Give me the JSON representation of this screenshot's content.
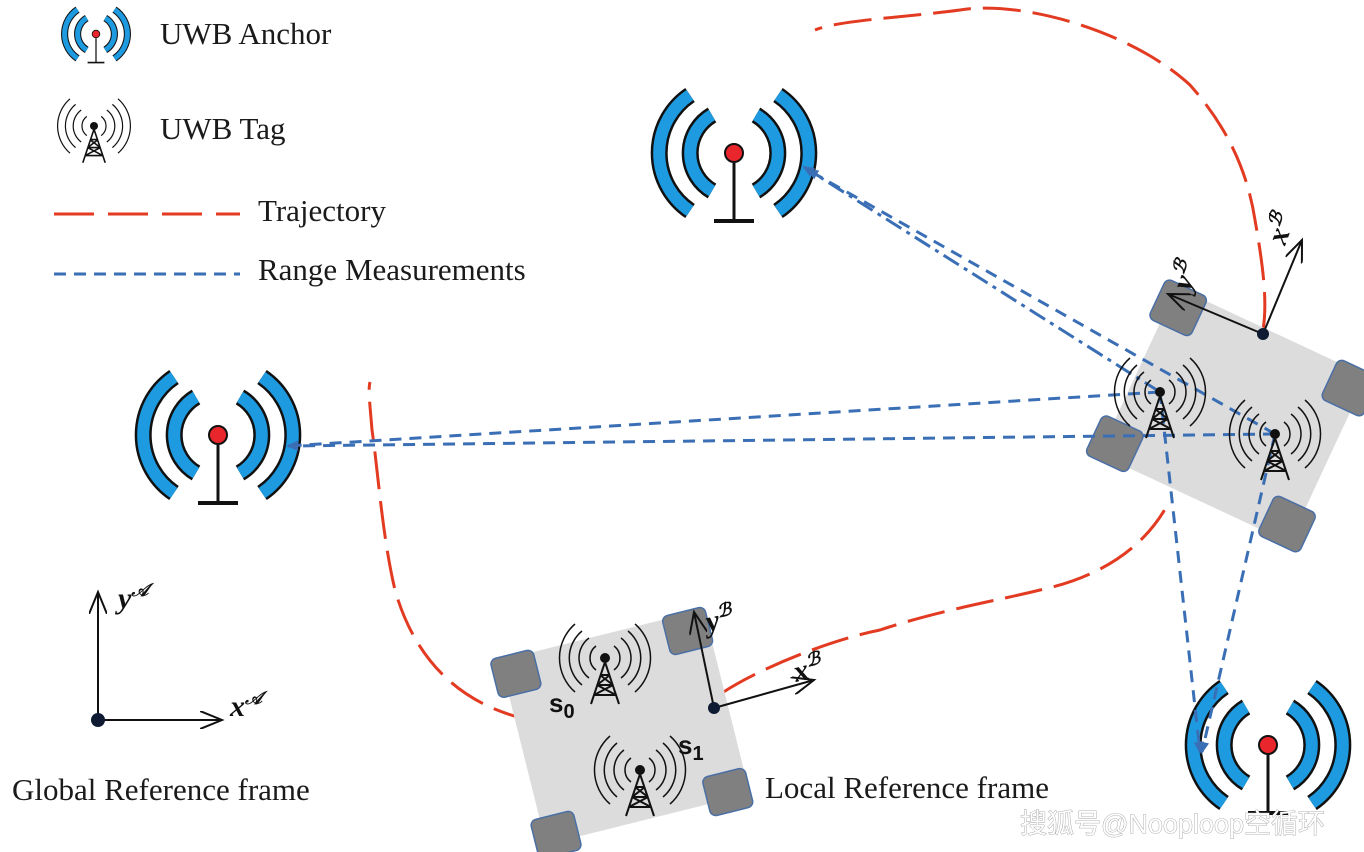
{
  "legend": {
    "anchor_label": "UWB Anchor",
    "tag_label": "UWB Tag",
    "trajectory_label": "Trajectory",
    "range_label": "Range Measurements"
  },
  "frames": {
    "global_label": "Global Reference frame",
    "local_label": "Local Reference frame",
    "global_y": "y",
    "global_x": "x",
    "global_sup": "𝒜",
    "body_x": "x",
    "body_y": "y",
    "body_sup": "ℬ"
  },
  "sensors": {
    "s0": "s",
    "s0_sub": "0",
    "s1": "s",
    "s1_sub": "1"
  },
  "watermark": "搜狐号@Nooploop空循环",
  "colors": {
    "anchor_blue": "#1e9be0",
    "anchor_red": "#e8262b",
    "trajectory_red": "#e23b22",
    "range_blue": "#3b6fb5",
    "robot_body": "#dcdcdc",
    "wheel": "#808080"
  }
}
